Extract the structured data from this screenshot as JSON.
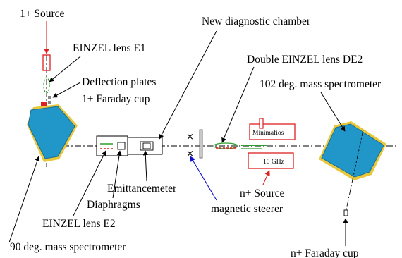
{
  "labels": {
    "source_1plus": "1+ Source",
    "einzel_e1": "EINZEL lens E1",
    "deflection_plates": "Deflection plates",
    "faraday_1plus": "1+  Faraday cup",
    "new_chamber": "New diagnostic chamber",
    "double_einzel": "Double EINZEL lens DE2",
    "spectro_102": "102 deg. mass spectrometer",
    "minimafios": "Minimafios",
    "ghz": "10 GHz",
    "nplus_source": "n+ Source",
    "magnetic_steerer": "magnetic steerer",
    "emittancemeter": "Emittancemeter",
    "diaphragms": "Diaphragms",
    "einzel_e2": "EINZEL lens E2",
    "spectro_90": "90 deg. mass spectrometer",
    "faraday_nplus": "n+ Faraday cup"
  },
  "colors": {
    "magnet_fill": "#2196C8",
    "magnet_edge": "#E8C83A",
    "red": "#E02020",
    "green": "#2E9E2E",
    "blue_arrow": "#1010CC"
  }
}
